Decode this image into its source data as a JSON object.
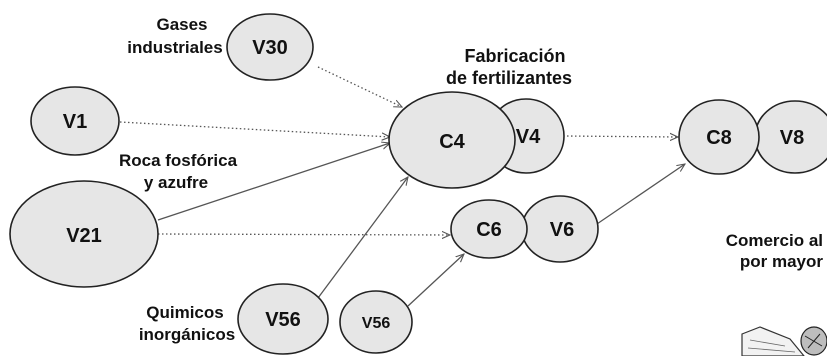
{
  "nodes": {
    "V30": "V30",
    "V1": "V1",
    "V21": "V21",
    "C4": "C4",
    "V4": "V4",
    "C6": "C6",
    "V6": "V6",
    "C8": "C8",
    "V8": "V8",
    "V56_a": "V56",
    "V56_b": "V56"
  },
  "annotations": {
    "gases_line1": "Gases",
    "gases_line2": "industriales",
    "fabricacion_line1": "Fabricación",
    "fabricacion_line2": "de fertilizantes",
    "roca_line1": "Roca fosfórica",
    "roca_line2": "y azufre",
    "comercio_line1": "Comercio al",
    "comercio_line2": "por mayor",
    "quimicos_line1": "Quimicos",
    "quimicos_line2": "inorgánicos"
  }
}
